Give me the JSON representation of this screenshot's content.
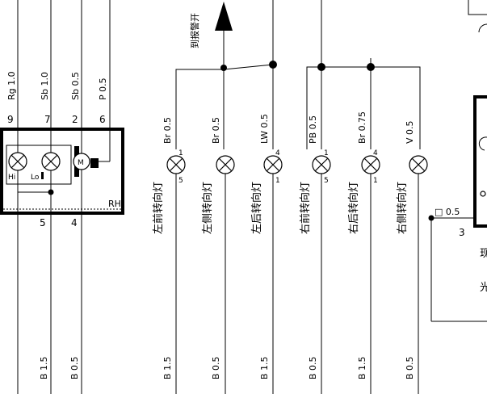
{
  "wires_top": [
    {
      "code": "Rg 1.0",
      "pin": "9"
    },
    {
      "code": "Sb 1.0",
      "pin": "7"
    },
    {
      "code": "Sb 0.5",
      "pin": "2"
    },
    {
      "code": "P 0.5",
      "pin": "6"
    }
  ],
  "wiper_switch": {
    "hi_label": "Hi",
    "lo_label": "Lo",
    "motor_label": "M",
    "connector_label": "RH",
    "pin_bottom_left": "5",
    "pin_bottom_right": "4"
  },
  "alarm_label": "到报警开",
  "lamps": [
    {
      "wire": "Br 0.5",
      "pin_top": "1",
      "pin_bottom": "5",
      "name": "左前转向灯"
    },
    {
      "wire": "Br 0.5",
      "pin_top": "",
      "pin_bottom": "",
      "name": "左侧转向灯"
    },
    {
      "wire": "LW 0.5",
      "pin_top": "4",
      "pin_bottom": "1",
      "name": "左后转向灯"
    },
    {
      "wire": "PB 0.5",
      "pin_top": "1",
      "pin_bottom": "5",
      "name": "右前转向灯"
    },
    {
      "wire": "Br 0.75",
      "pin_top": "4",
      "pin_bottom": "1",
      "name": "右后转向灯"
    },
    {
      "wire": "V 0.5",
      "pin_top": "",
      "pin_bottom": "",
      "name": "右侧转向灯"
    }
  ],
  "right_side": {
    "wire_label": "□ 0.5",
    "pin": "3",
    "char_1": "现",
    "char_2": "光"
  },
  "bottom_wires": [
    "B 1.5",
    "B 0.5",
    "B 1.5",
    "B 0.5",
    "B 1.5",
    "B 0.5",
    "B 1.5",
    "B 0.5"
  ]
}
